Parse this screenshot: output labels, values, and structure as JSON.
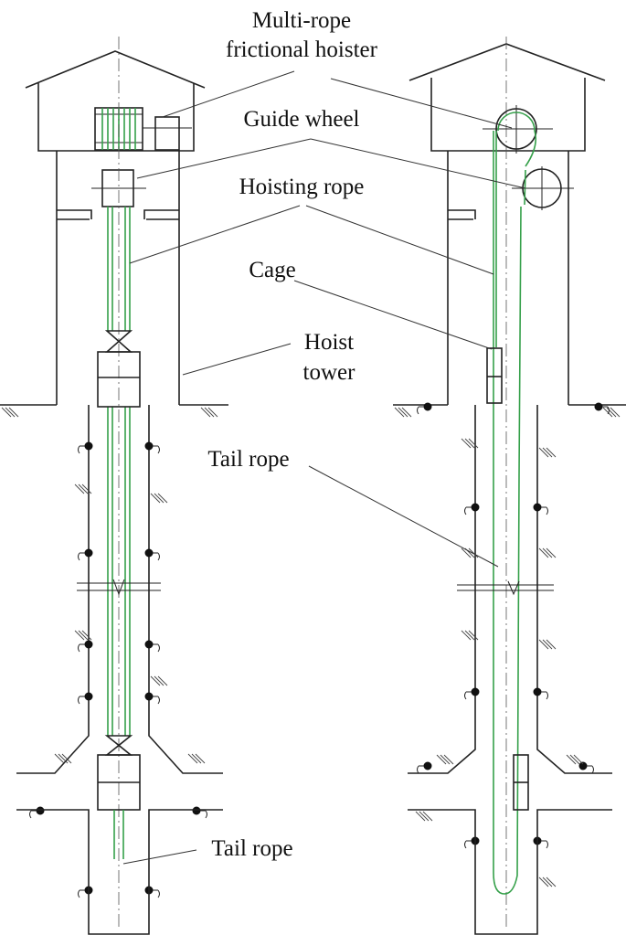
{
  "labels": {
    "hoister_line1": "Multi-rope",
    "hoister_line2": "frictional hoister",
    "guide_wheel": "Guide wheel",
    "hoisting_rope": "Hoisting rope",
    "cage": "Cage",
    "hoist_tower_line1": "Hoist",
    "hoist_tower_line2": "tower",
    "tail_rope_middle": "Tail rope",
    "tail_rope_bottom": "Tail rope"
  },
  "colors": {
    "rope": "#35a04a",
    "line": "#222222",
    "background": "#ffffff"
  }
}
